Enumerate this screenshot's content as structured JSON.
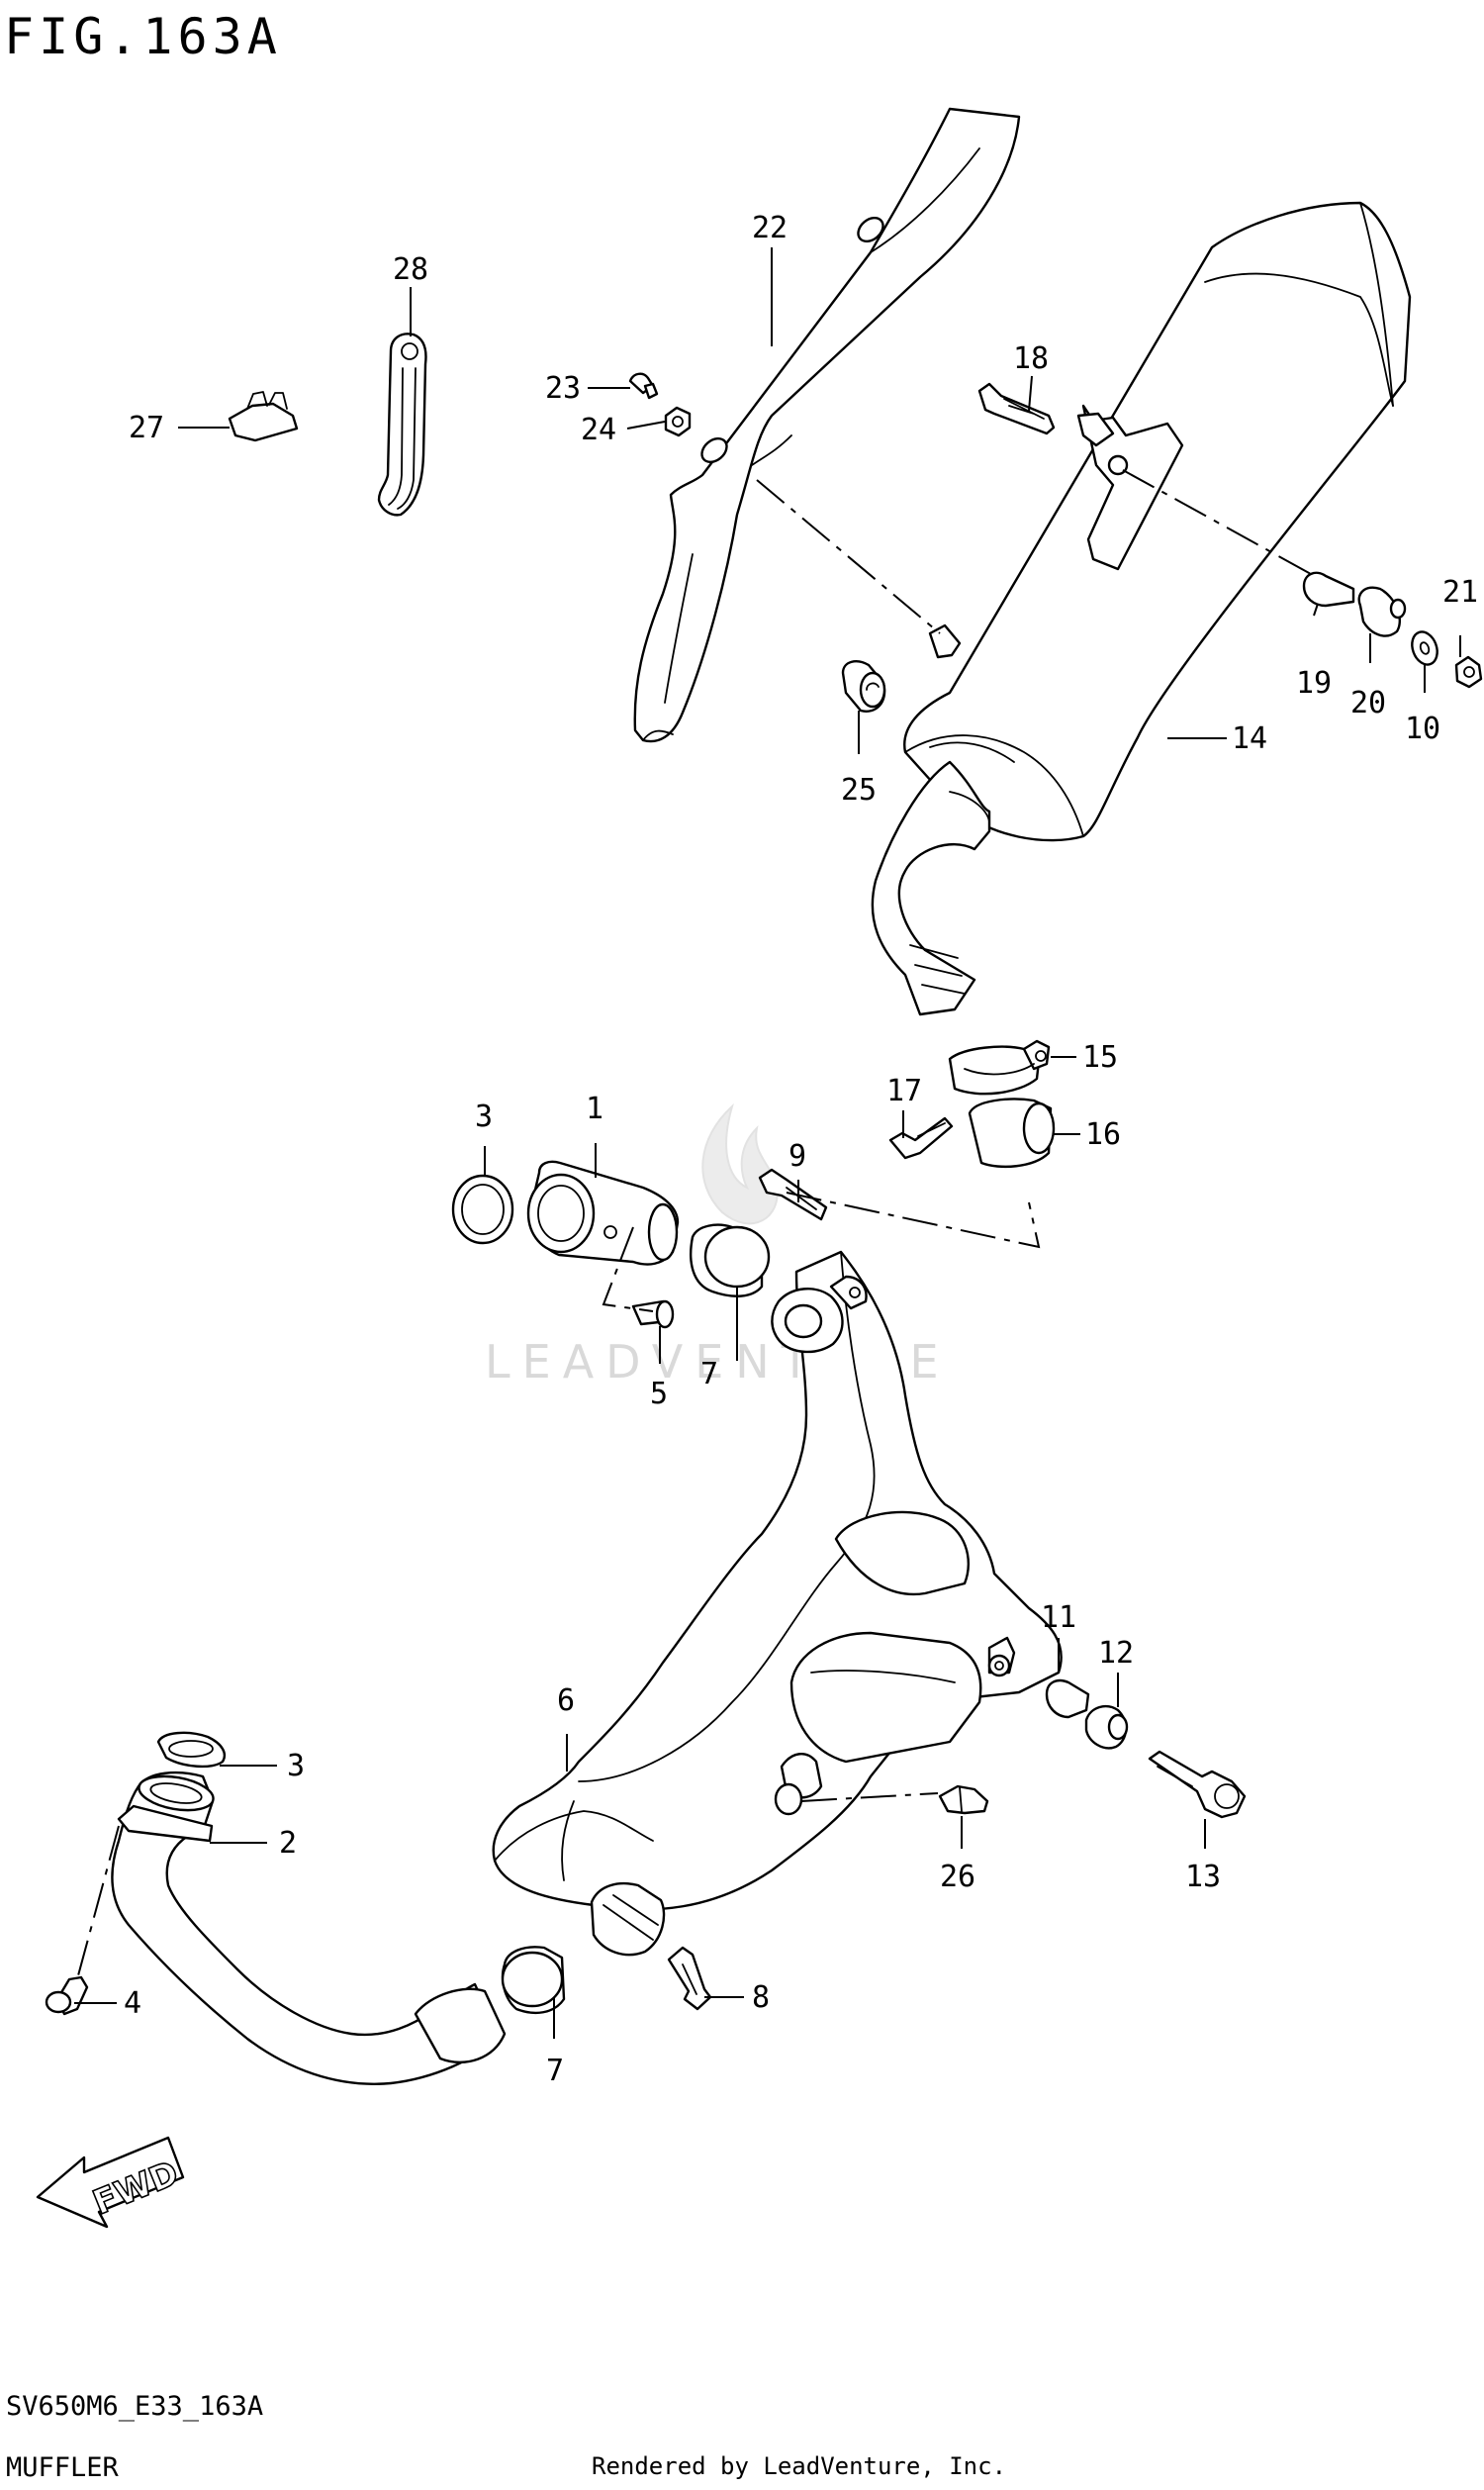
{
  "figure_label": "FIG.163A",
  "model_code": "SV650M6_E33_163A",
  "section_name": "MUFFLER",
  "render_credit": "Rendered by LeadVenture, Inc.",
  "watermark_text": "LEADVENTURE",
  "direction_marker": "FWD",
  "callouts": [
    "1",
    "2",
    "3",
    "3",
    "4",
    "5",
    "6",
    "7",
    "7",
    "8",
    "9",
    "10",
    "11",
    "12",
    "13",
    "14",
    "15",
    "16",
    "17",
    "18",
    "19",
    "20",
    "21",
    "22",
    "23",
    "24",
    "25",
    "26",
    "27",
    "28"
  ],
  "colors": {
    "ink": "#000000",
    "paper": "#ffffff",
    "watermark": "#d9d9d9"
  }
}
